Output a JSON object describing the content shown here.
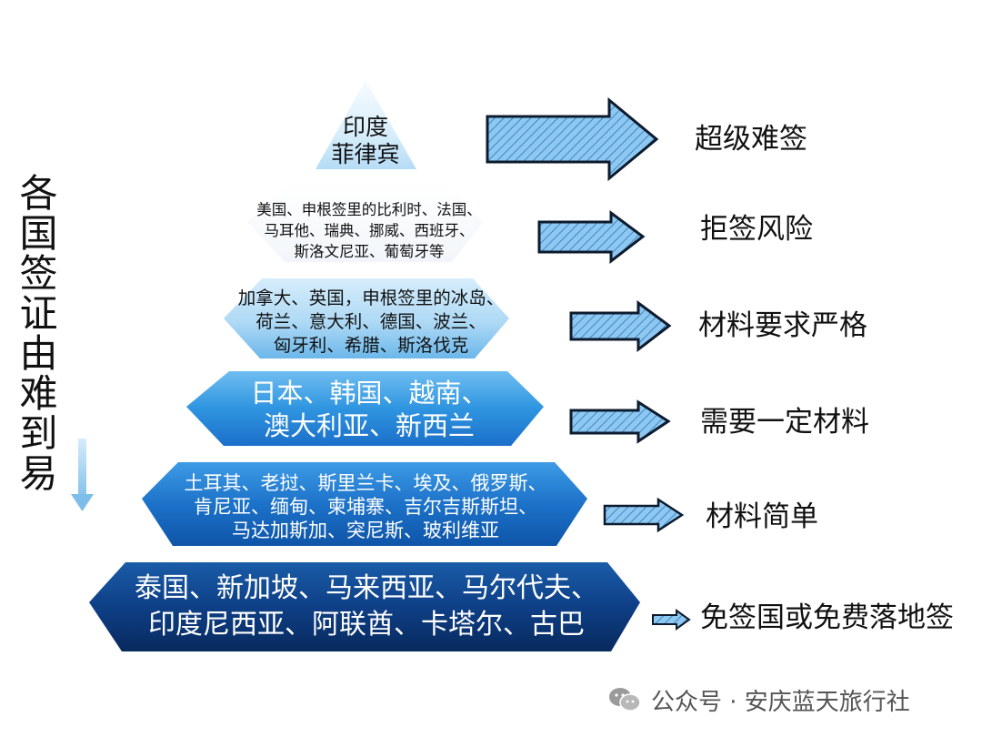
{
  "side_title": "各国签证由难到易",
  "tiers": [
    {
      "lines": [
        "印度",
        "菲律宾"
      ],
      "label": "超级难签"
    },
    {
      "lines": [
        "美国、申根签里的比利时、法国、",
        "马耳他、瑞典、挪威、西班牙、",
        "斯洛文尼亚、葡萄牙等"
      ],
      "label": "拒签风险"
    },
    {
      "lines": [
        "加拿大、英国，申根签里的冰岛、",
        "荷兰、意大利、德国、波兰、",
        "匈牙利、希腊、斯洛伐克"
      ],
      "label": "材料要求严格"
    },
    {
      "lines": [
        "日本、韩国、越南、",
        "澳大利亚、新西兰"
      ],
      "label": "需要一定材料"
    },
    {
      "lines": [
        "土耳其、老挝、斯里兰卡、埃及、俄罗斯、",
        "肯尼亚、缅甸、柬埔寨、吉尔吉斯斯坦、",
        "马达加斯加、突尼斯、玻利维亚"
      ],
      "label": "材料简单"
    },
    {
      "lines": [
        "泰国、新加坡、马来西亚、马尔代夫、",
        "印度尼西亚、阿联酋、卡塔尔、古巴"
      ],
      "label": "免签国或免费落地签"
    }
  ],
  "watermark": {
    "text": "公众号 · 安庆蓝天旅行社",
    "icon": "wechat-icon"
  },
  "colors": {
    "arrow_fill": "#8ec8f0",
    "arrow_stroke": "#0d1b2e",
    "tier_light": "#eaf6fd",
    "tier_dark": "#0d3d86"
  }
}
